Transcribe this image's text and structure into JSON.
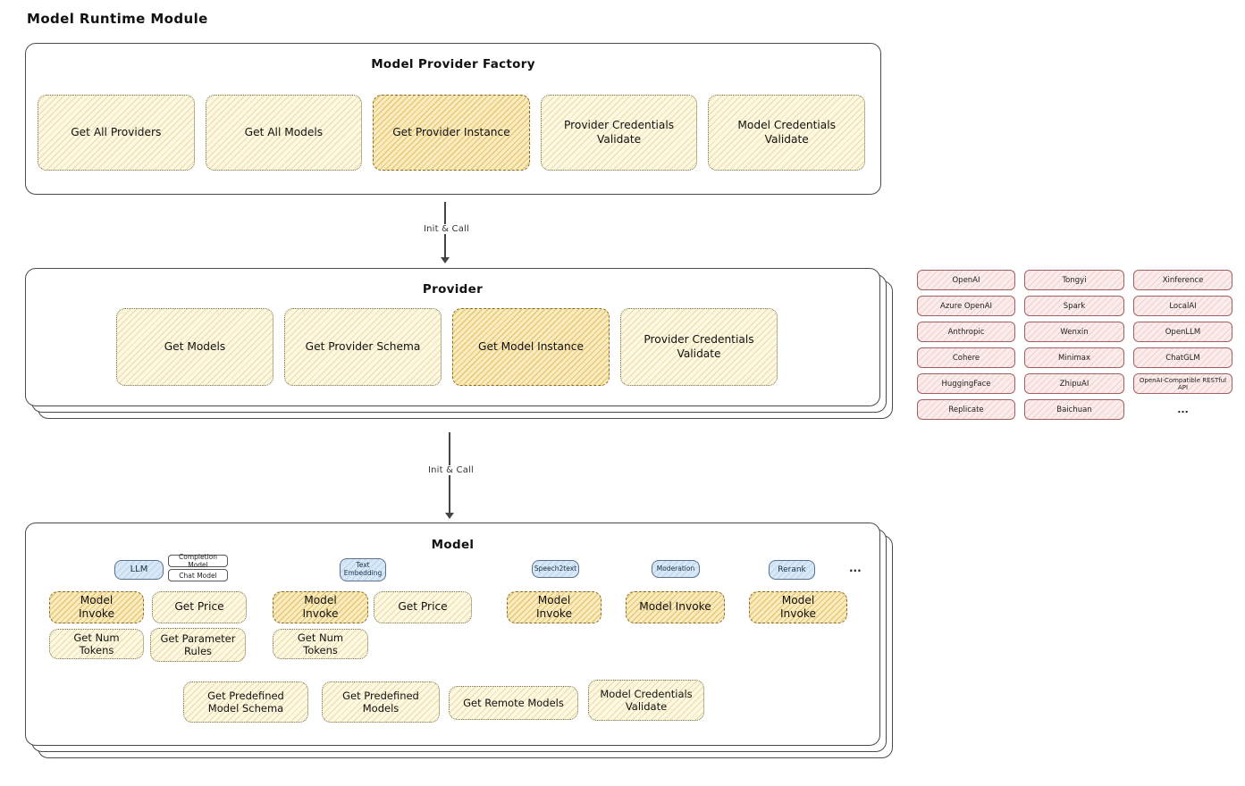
{
  "page": {
    "title": "Model Runtime Module"
  },
  "arrows": {
    "init_call_1": "Init & Call",
    "init_call_2": "Init & Call"
  },
  "factory": {
    "title": "Model Provider Factory",
    "items": [
      {
        "label": "Get All Providers",
        "highlight": false
      },
      {
        "label": "Get All Models",
        "highlight": false
      },
      {
        "label": "Get Provider Instance",
        "highlight": true
      },
      {
        "label": "Provider Credentials Validate",
        "highlight": false
      },
      {
        "label": "Model Credentials Validate",
        "highlight": false
      }
    ]
  },
  "provider": {
    "title": "Provider",
    "items": [
      {
        "label": "Get Models",
        "highlight": false
      },
      {
        "label": "Get Provider Schema",
        "highlight": false
      },
      {
        "label": "Get Model Instance",
        "highlight": true
      },
      {
        "label": "Provider Credentials Validate",
        "highlight": false
      }
    ]
  },
  "vendors": {
    "rows": [
      [
        "OpenAI",
        "Tongyi",
        "Xinference"
      ],
      [
        "Azure OpenAI",
        "Spark",
        "LocalAI"
      ],
      [
        "Anthropic",
        "Wenxin",
        "OpenLLM"
      ],
      [
        "Cohere",
        "Minimax",
        "ChatGLM"
      ],
      [
        "HuggingFace",
        "ZhipuAI",
        "OpenAI-Compatible RESTful API"
      ],
      [
        "Replicate",
        "Baichuan",
        "..."
      ]
    ]
  },
  "model": {
    "title": "Model",
    "categories": {
      "llm": "LLM",
      "completion_model": "Completion Model",
      "chat_model": "Chat Model",
      "text_embedding": "Text Embedding",
      "speech2text": "Speech2text",
      "moderation": "Moderation",
      "rerank": "Rerank",
      "more": "..."
    },
    "llm_functions": [
      {
        "label": "Model Invoke",
        "highlight": true
      },
      {
        "label": "Get Price",
        "highlight": false
      },
      {
        "label": "Get Num Tokens",
        "highlight": false
      },
      {
        "label": "Get Parameter Rules",
        "highlight": false
      }
    ],
    "text_embedding_functions": [
      {
        "label": "Model Invoke",
        "highlight": true
      },
      {
        "label": "Get Price",
        "highlight": false
      },
      {
        "label": "Get Num Tokens",
        "highlight": false
      }
    ],
    "speech2text_functions": [
      {
        "label": "Model Invoke",
        "highlight": true
      }
    ],
    "moderation_functions": [
      {
        "label": "Model Invoke",
        "highlight": true
      }
    ],
    "rerank_functions": [
      {
        "label": "Model Invoke",
        "highlight": true
      }
    ],
    "shared_functions": [
      {
        "label": "Get Predefined Model Schema"
      },
      {
        "label": "Get Predefined Models"
      },
      {
        "label": "Get Remote Models"
      },
      {
        "label": "Model Credentials Validate"
      }
    ]
  },
  "colors": {
    "box_fill": "#fdf8e1",
    "box_fill_highlight": "#f8ecc0",
    "vendor_fill": "#fbecec",
    "category_fill": "#d9e8f6",
    "outline": "#4a4a4a"
  }
}
